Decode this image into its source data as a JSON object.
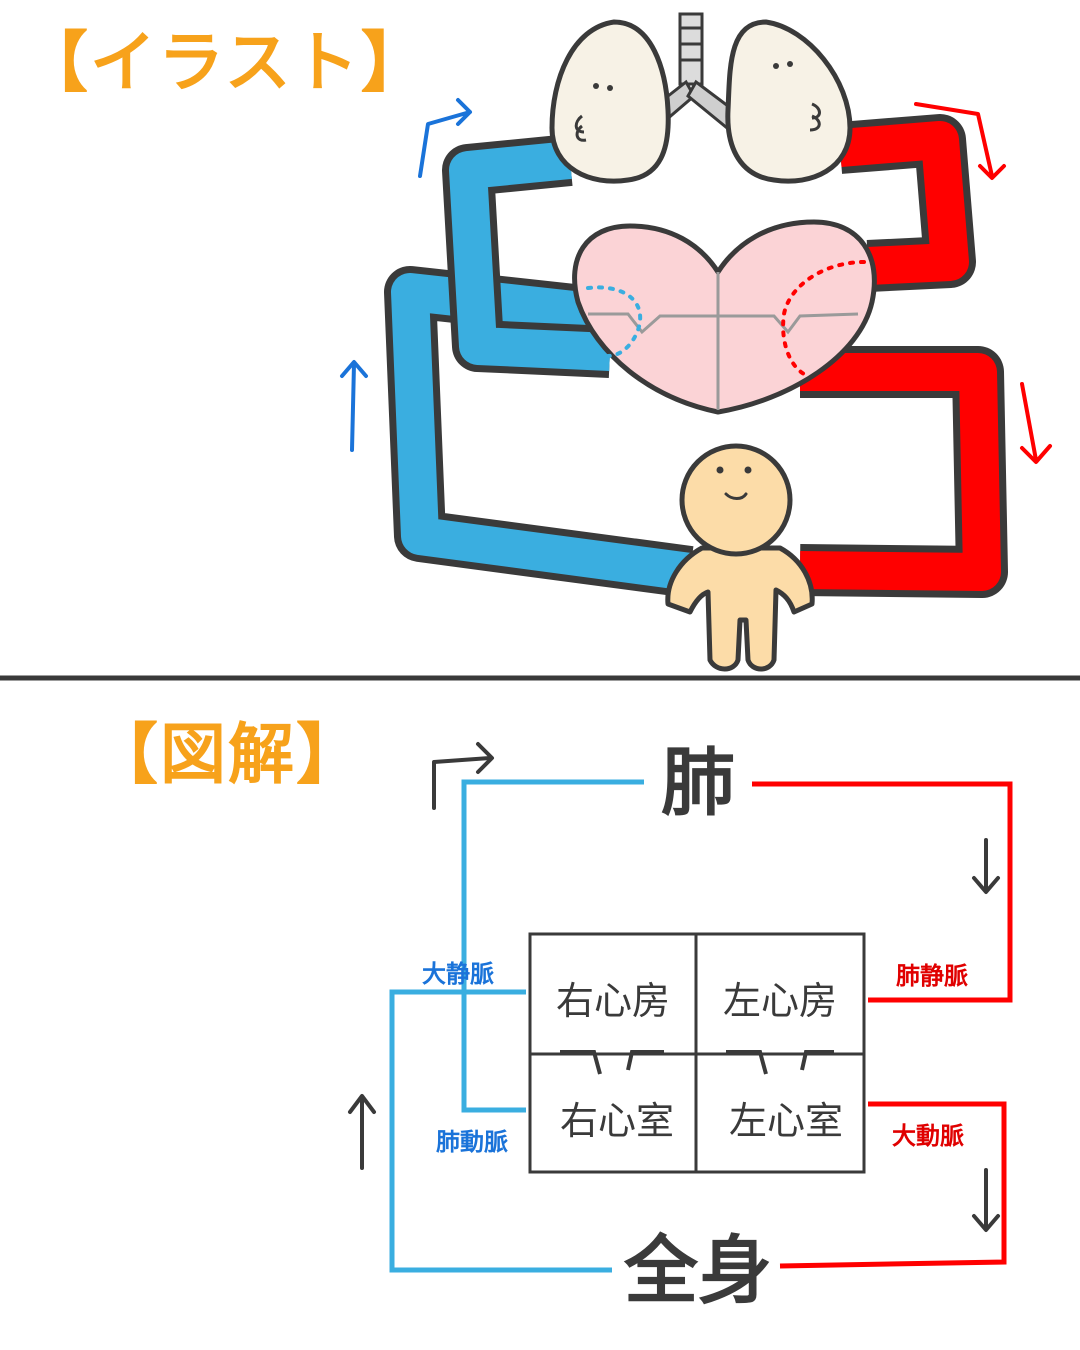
{
  "sections": {
    "illustration_title": "【イラスト】",
    "diagram_title": "【図解】"
  },
  "diagram": {
    "lung_label": "肺",
    "body_label": "全身",
    "chambers": {
      "right_atrium": "右心房",
      "left_atrium": "左心房",
      "right_ventricle": "右心室",
      "left_ventricle": "左心室"
    },
    "vessels": {
      "vena_cava": "大静脈",
      "pulmonary_artery": "肺動脈",
      "pulmonary_vein": "肺静脈",
      "aorta": "大動脈"
    }
  },
  "colors": {
    "title_orange": "#f7a21b",
    "venous_blue": "#3aaee0",
    "label_blue": "#1a73d9",
    "arterial_red": "#ff0000",
    "heart_pink": "#fbd3d6",
    "lung_cream": "#f7f2e6",
    "skin": "#fcdca8",
    "outline": "#3a3a3a"
  },
  "icons": [
    "lungs-icon",
    "heart-icon",
    "person-icon",
    "arrow-up-icon",
    "arrow-down-icon",
    "arrow-turn-right-icon"
  ]
}
